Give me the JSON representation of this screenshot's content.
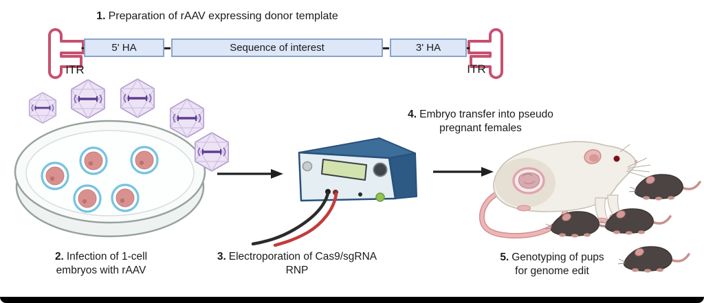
{
  "diagram": {
    "title": {
      "num": "1.",
      "text": "Preparation of rAAV expressing donor template"
    },
    "construct": {
      "itr_left_label": "ITR",
      "itr_right_label": "ITR",
      "box_labels": [
        "5' HA",
        "Sequence of interest",
        "3' HA"
      ]
    },
    "steps": [
      {
        "num": "2.",
        "line1": "Infection of 1-cell",
        "line2": "embryos with rAAV"
      },
      {
        "num": "3.",
        "line1": "Electroporation of Cas9/sgRNA",
        "line2": "RNP"
      },
      {
        "num": "4.",
        "line1": "Embryo transfer into pseudo",
        "line2": "pregnant females"
      },
      {
        "num": "5.",
        "line1": "Genotyping of pups",
        "line2": "for genome edit"
      }
    ],
    "icons": {
      "virus": "aav-virus-icon",
      "petri_dish": "petri-dish-icon",
      "embryo": "embryo-icon",
      "electroporator": "electroporator-icon",
      "arrow": "arrow-right-icon",
      "female_mouse": "white-mouse-icon",
      "pup": "dark-pup-icon",
      "itr": "itr-hairpin-icon"
    },
    "colors": {
      "itr_pink": "#c8506f",
      "box_fill": "#dde7f7",
      "box_border": "#8aa2cc",
      "virus_purple": "#b49cd1",
      "genome_purple": "#5e3d91",
      "device_blue": "#3d6d99",
      "device_panel": "#e4eef3",
      "screen_green": "#d3e3af",
      "wire_red": "#c43b3b",
      "wire_black": "#2b2b2b",
      "embryo_pink": "#d8918f",
      "ring_blue": "#74c3e2",
      "mouse_white": "#f2eee8",
      "pup_dark": "#4b4442",
      "arrow": "#1f1f1f",
      "footer_bar": "#000000"
    }
  }
}
